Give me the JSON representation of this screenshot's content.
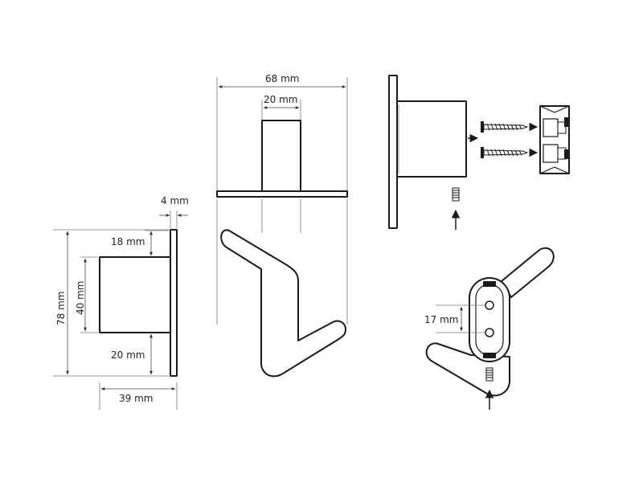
{
  "dimensions": {
    "side_plate_thickness": "4 mm",
    "side_top_offset": "18 mm",
    "side_body_height": "40 mm",
    "side_total_height": "78 mm",
    "side_bottom_offset": "20 mm",
    "side_depth": "39 mm",
    "front_total_width": "68 mm",
    "front_post_width": "20 mm",
    "mount_hole_spacing": "17 mm"
  }
}
